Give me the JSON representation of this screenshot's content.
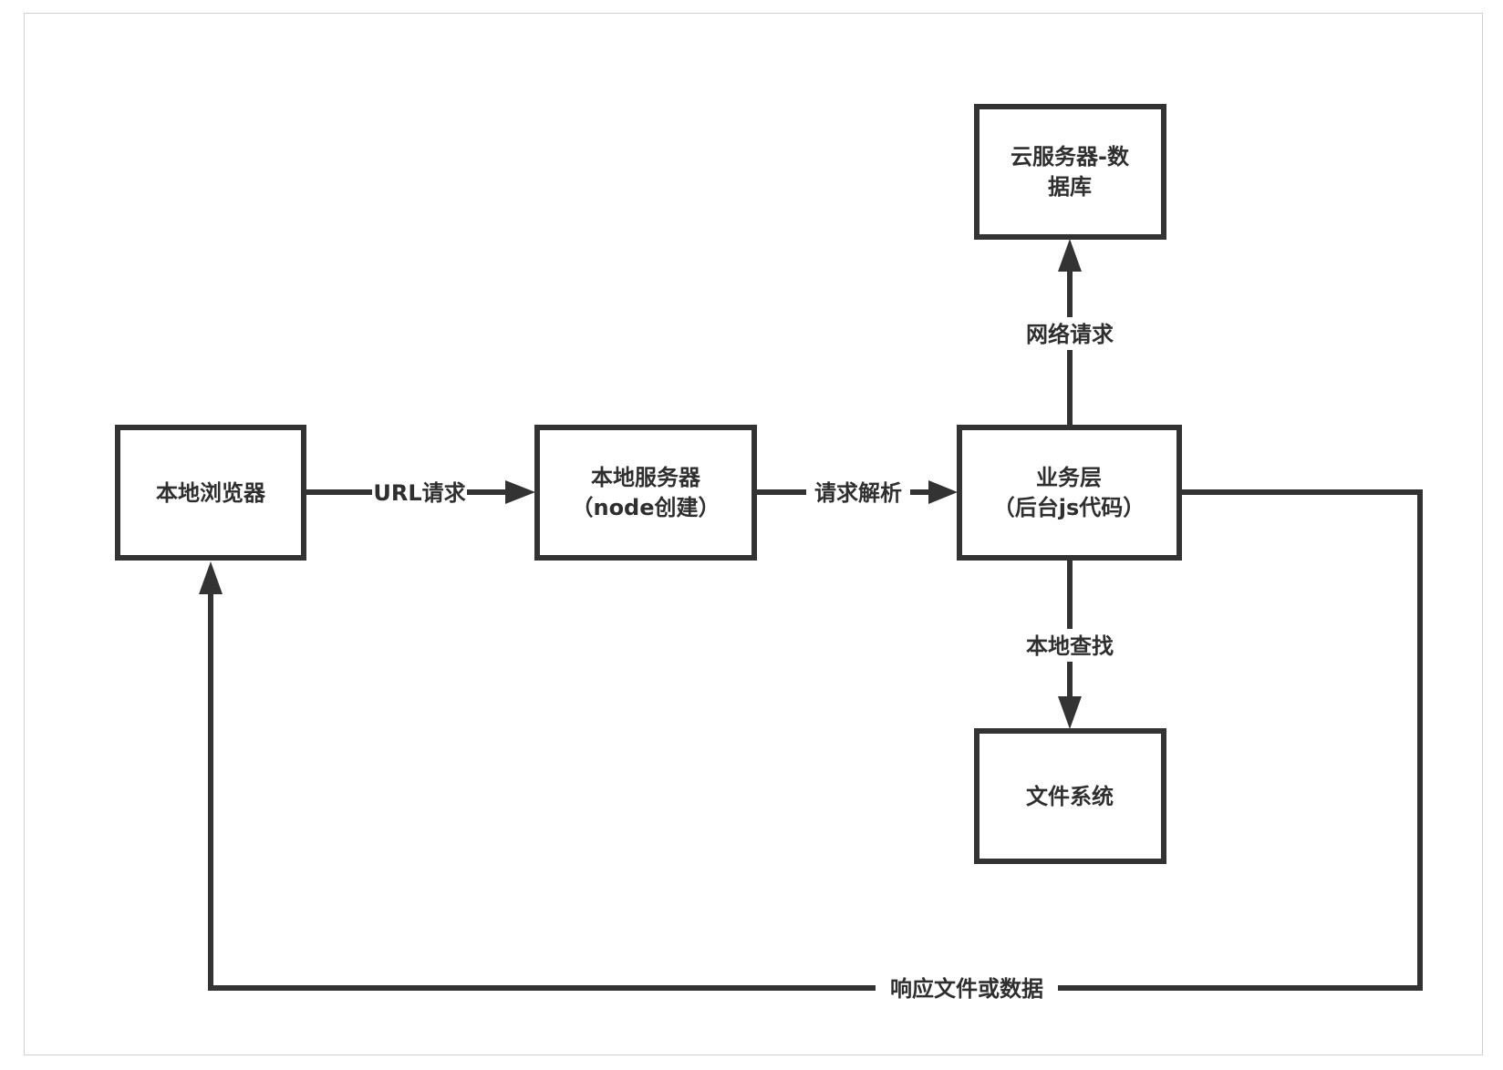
{
  "nodes": {
    "browser": {
      "lines": [
        "本地浏览器"
      ]
    },
    "local_server": {
      "lines": [
        "本地服务器",
        "（node创建）"
      ]
    },
    "business": {
      "lines": [
        "业务层",
        "（后台js代码）"
      ]
    },
    "cloud": {
      "lines": [
        "云服务器-数",
        "据库"
      ]
    },
    "filesystem": {
      "lines": [
        "文件系统"
      ]
    }
  },
  "edges": {
    "url_request": "URL请求",
    "request_parse": "请求解析",
    "network_request": "网络请求",
    "local_search": "本地查找",
    "response": "响应文件或数据"
  },
  "colors": {
    "stroke": "#333333",
    "text": "#2f2f2f",
    "frame": "#cfcfcf",
    "background": "#ffffff"
  }
}
